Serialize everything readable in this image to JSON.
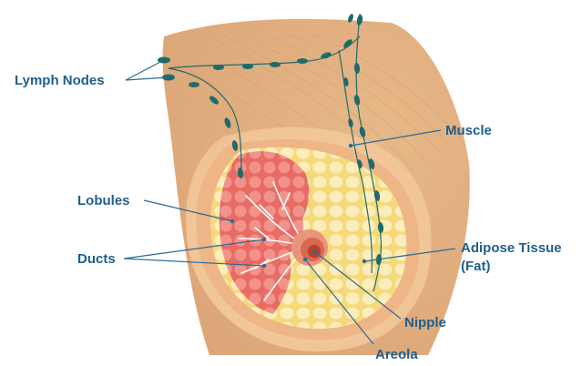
{
  "labels": {
    "lymph_nodes": "Lymph Nodes",
    "muscle": "Muscle",
    "lobules": "Lobules",
    "ducts": "Ducts",
    "adipose_line1": "Adipose Tissue",
    "adipose_line2": "(Fat)",
    "nipple": "Nipple",
    "areola": "Areola"
  },
  "colors": {
    "label_text": "#1f5f8b",
    "leader_line": "#2b6a96",
    "skin": "#f1c9a0",
    "muscle": "#e7b887",
    "fat": "#fbe9a4",
    "lobule": "#ee7f78",
    "duct": "#ffffff",
    "areola": "#e38a74",
    "nipple": "#cf5b46",
    "lymph_node": "#1e6b6b"
  }
}
